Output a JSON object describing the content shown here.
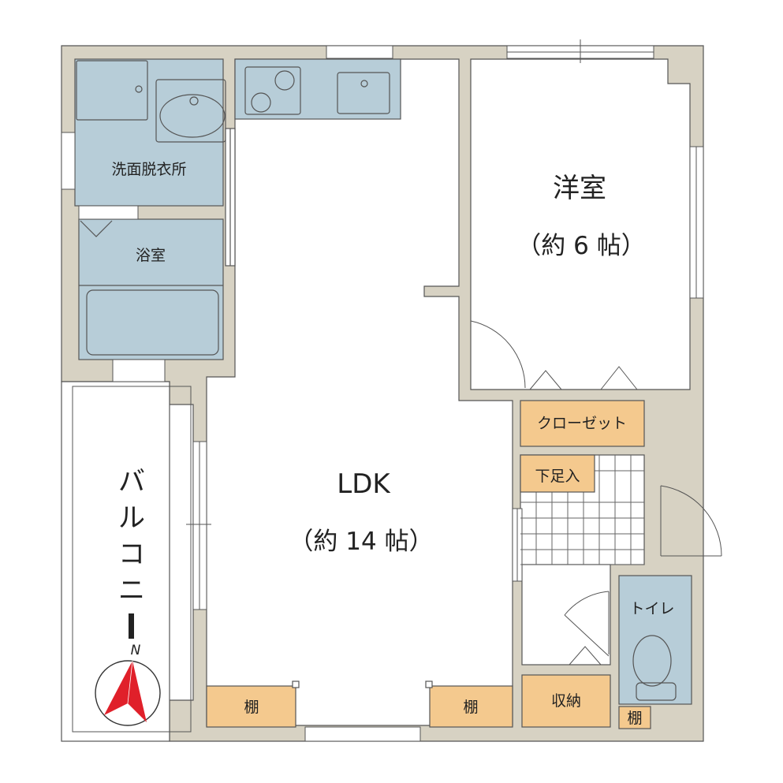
{
  "labels": {
    "washroom": "洗面脱衣所",
    "bathroom": "浴室",
    "western_room": "洋室",
    "western_room_size": "（約 6 帖）",
    "closet": "クローゼット",
    "entrance": "下足入",
    "ldk": "LDK",
    "ldk_size": "（約 14 帖）",
    "toilet": "トイレ",
    "shelf_1": "棚",
    "shelf_2": "棚",
    "shelf_3": "棚",
    "storage": "収納",
    "balcony": [
      "バ",
      "ル",
      "コ",
      "ニ",
      "ー"
    ],
    "north": "N"
  },
  "colors": {
    "wall": "#d7d2c3",
    "floor": "#ffffff",
    "wet_area": "#b7cdd8",
    "storage": "#f4c98e",
    "outline": "#333333",
    "compass_arrow": "#e0202a"
  }
}
